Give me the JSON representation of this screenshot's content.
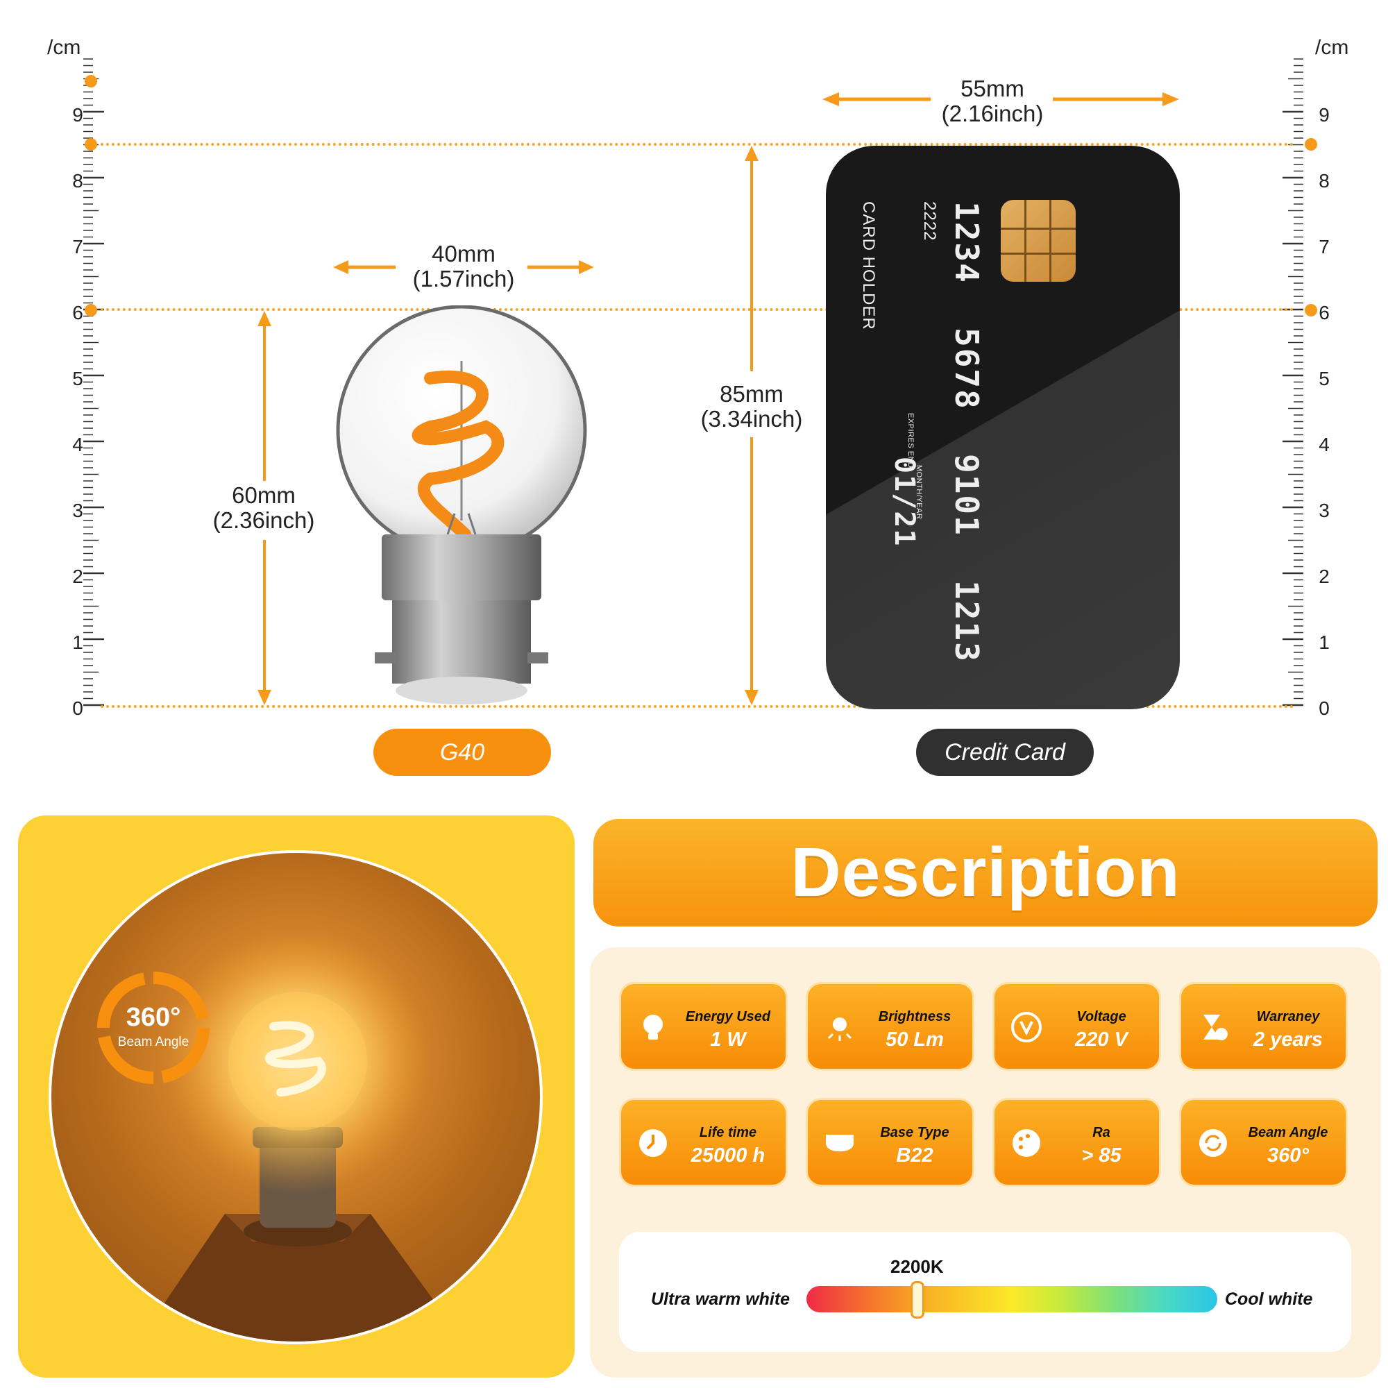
{
  "ruler": {
    "unit": "/cm",
    "ticks": [
      "0",
      "1",
      "2",
      "3",
      "4",
      "5",
      "6",
      "7",
      "8",
      "9"
    ]
  },
  "bulb": {
    "width_mm": "40mm",
    "width_inch": "(1.57inch)",
    "height_mm": "60mm",
    "height_inch": "(2.36inch)",
    "label": "G40"
  },
  "card": {
    "width_mm": "55mm",
    "width_inch": "(2.16inch)",
    "height_mm": "85mm",
    "height_inch": "(3.34inch)",
    "label": "Credit Card",
    "number_groups": [
      "1234",
      "5678",
      "9101",
      "1213"
    ],
    "holder": "CARD HOLDER",
    "code": "2222",
    "expiry": "01/21",
    "expires_label": "EXPIRES END",
    "month_year_label": "MONTH/YEAR"
  },
  "beam_badge": {
    "value": "360°",
    "label": "Beam Angle"
  },
  "description": {
    "title": "Description",
    "specs": [
      {
        "label": "Energy Used",
        "value": "1 W",
        "icon": "bulb-icon"
      },
      {
        "label": "Brightness",
        "value": "50 Lm",
        "icon": "brightness-icon"
      },
      {
        "label": "Voltage",
        "value": "220 V",
        "icon": "voltage-icon"
      },
      {
        "label": "Warraney",
        "value": "2 years",
        "icon": "hourglass-icon"
      },
      {
        "label": "Life time",
        "value": "25000 h",
        "icon": "clock-icon"
      },
      {
        "label": "Base Type",
        "value": "B22",
        "icon": "base-icon"
      },
      {
        "label": "Ra",
        "value": "> 85",
        "icon": "palette-icon"
      },
      {
        "label": "Beam Angle",
        "value": "360°",
        "icon": "rotate-icon"
      }
    ]
  },
  "color_temp": {
    "value": "2200K",
    "left_label": "Ultra warm white",
    "right_label": "Cool white",
    "position_fraction": 0.27
  },
  "colors": {
    "accent": "#f8900f",
    "dark": "#303030",
    "panel_yellow": "#fdd033",
    "panel_cream": "#fdf1dc"
  }
}
